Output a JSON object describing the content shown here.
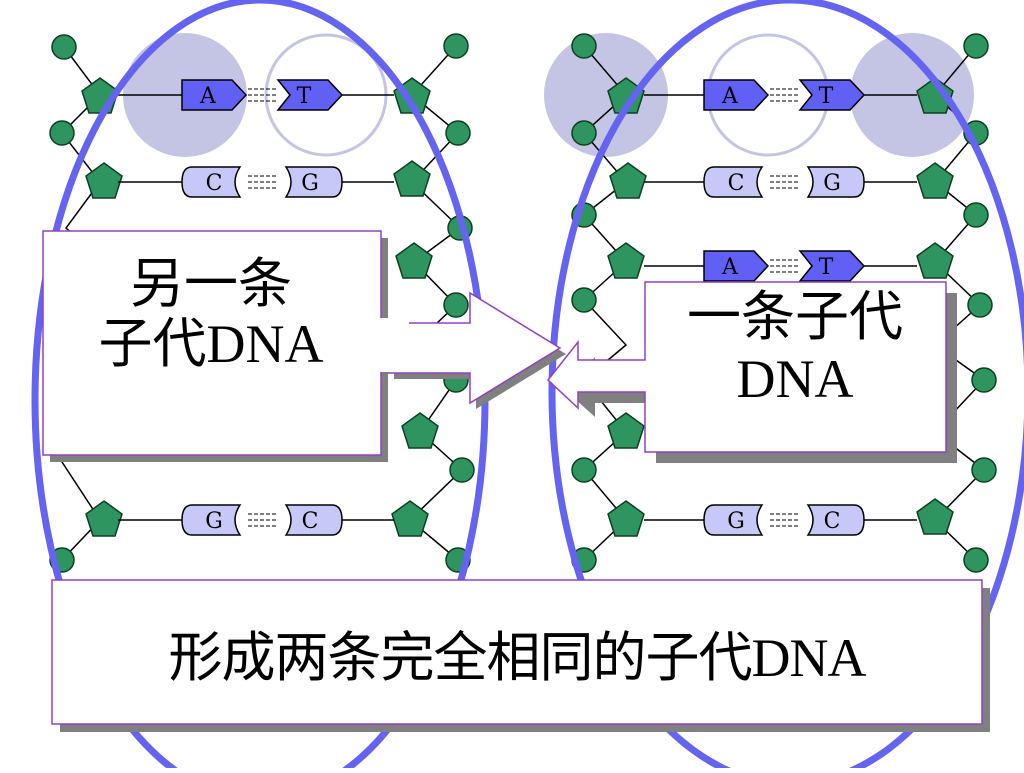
{
  "colors": {
    "ellipse": "#6464f0",
    "node": "#2e9460",
    "base_dark": "#6060f4",
    "base_light": "#c8c8f8",
    "highlight": "#c4c4e4",
    "box_border": "#9040c0",
    "shadow": "#808080"
  },
  "left_strand": {
    "rows": [
      {
        "left": "A",
        "right": "T",
        "style": "dark"
      },
      {
        "left": "C",
        "right": "G",
        "style": "light"
      },
      {
        "left": "G",
        "right": "C",
        "style": "light"
      }
    ]
  },
  "right_strand": {
    "rows": [
      {
        "left": "A",
        "right": "T",
        "style": "dark"
      },
      {
        "left": "C",
        "right": "G",
        "style": "light"
      },
      {
        "left": "A",
        "right": "T",
        "style": "dark"
      },
      {
        "left": "G",
        "right": "C",
        "style": "light"
      }
    ]
  },
  "callouts": {
    "left_line1": "另一条",
    "left_line2": "子代DNA",
    "right_line1": "一条子代",
    "right_line2": "DNA"
  },
  "caption": "形成两条完全相同的子代DNA"
}
